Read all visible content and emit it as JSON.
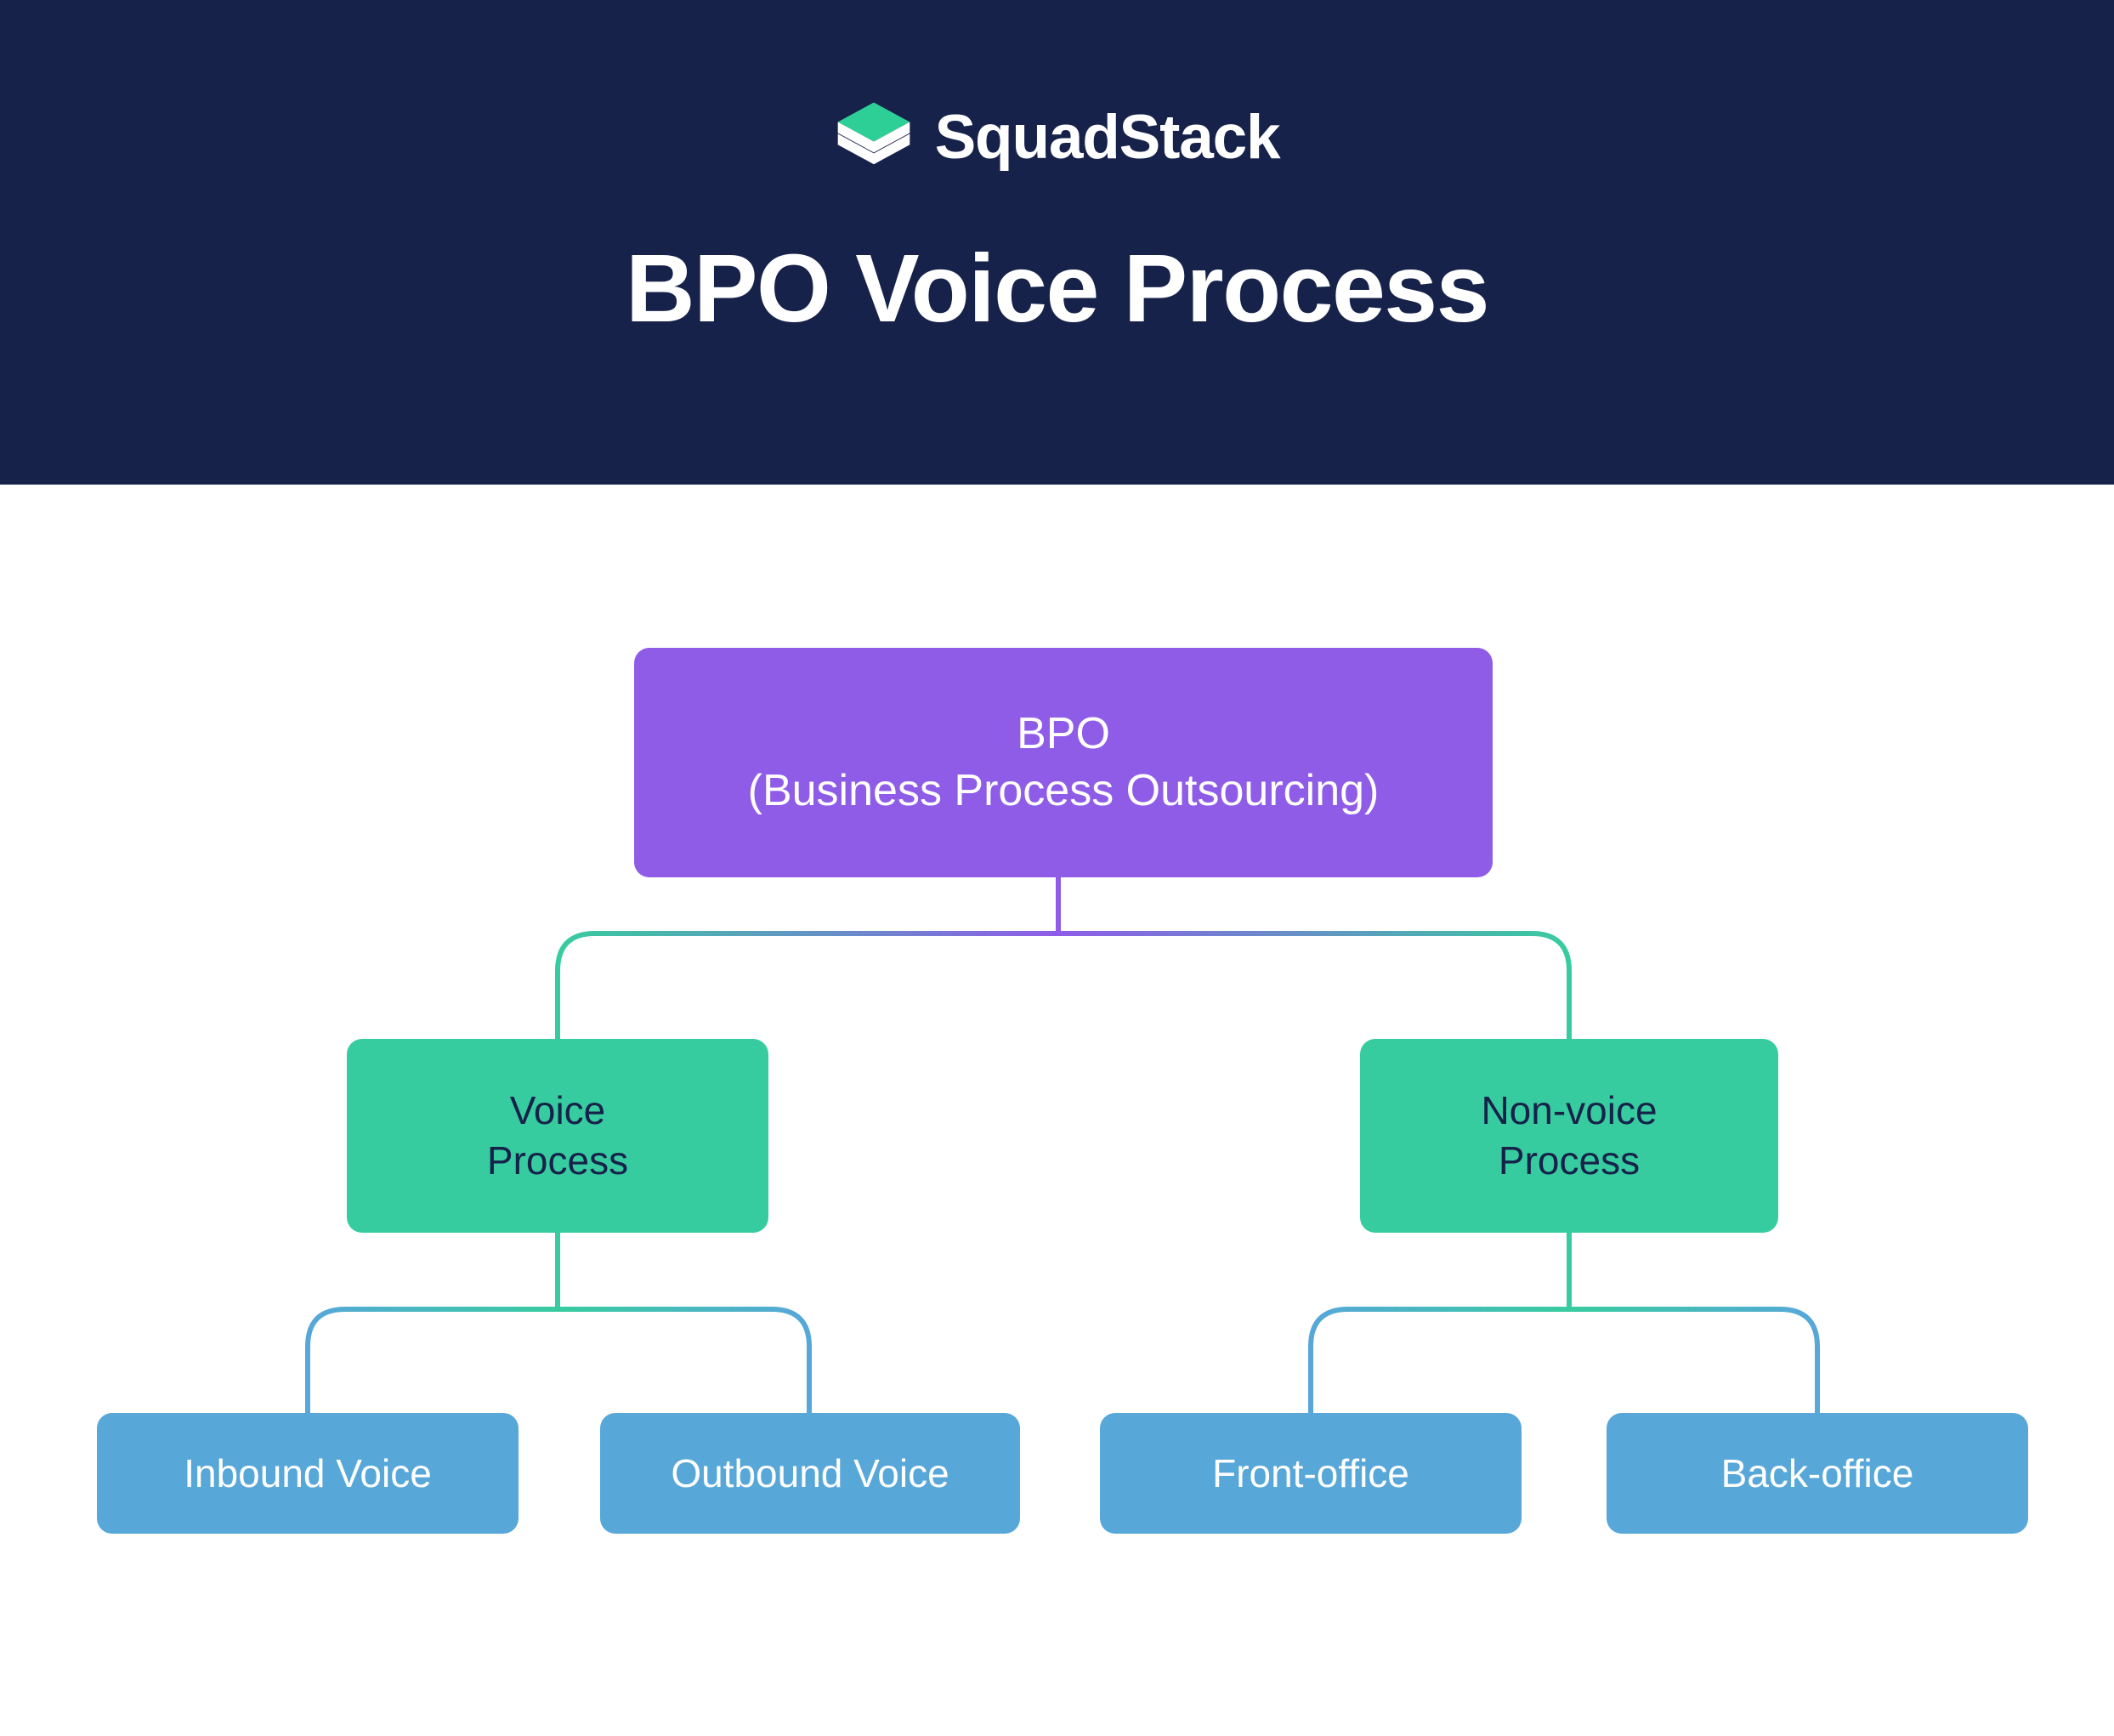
{
  "header": {
    "background_color": "#16224a",
    "logo_icon": "stacked-layers-logo-icon",
    "brand_name": "SquadStack",
    "title": "BPO Voice Process"
  },
  "colors": {
    "header_navy": "#16224a",
    "root_purple": "#8f5ce8",
    "level2_green": "#37cc9f",
    "leaf_blue": "#57a7d9",
    "page_background": "#ffffff",
    "level2_text": "#16224a",
    "node_text_light": "#ffffff"
  },
  "chart_data": {
    "type": "diagram",
    "title": "BPO Voice Process",
    "nodes": [
      {
        "id": "bpo",
        "label": "BPO\n(Business Process Outsourcing)",
        "line1": "BPO",
        "line2": "(Business Process Outsourcing)",
        "level": 1,
        "color": "#8f5ce8"
      },
      {
        "id": "voice-process",
        "label": "Voice\nProcess",
        "line1": "Voice",
        "line2": "Process",
        "level": 2,
        "color": "#37cc9f"
      },
      {
        "id": "non-voice-process",
        "label": "Non-voice\nProcess",
        "line1": "Non-voice",
        "line2": "Process",
        "level": 2,
        "color": "#37cc9f"
      },
      {
        "id": "inbound-voice",
        "label": "Inbound Voice",
        "level": 3,
        "color": "#57a7d9"
      },
      {
        "id": "outbound-voice",
        "label": "Outbound Voice",
        "level": 3,
        "color": "#57a7d9"
      },
      {
        "id": "front-office",
        "label": "Front-office",
        "level": 3,
        "color": "#57a7d9"
      },
      {
        "id": "back-office",
        "label": "Back-office",
        "level": 3,
        "color": "#57a7d9"
      }
    ],
    "edges": [
      {
        "from": "bpo",
        "to": "voice-process"
      },
      {
        "from": "bpo",
        "to": "non-voice-process"
      },
      {
        "from": "voice-process",
        "to": "inbound-voice"
      },
      {
        "from": "voice-process",
        "to": "outbound-voice"
      },
      {
        "from": "non-voice-process",
        "to": "front-office"
      },
      {
        "from": "non-voice-process",
        "to": "back-office"
      }
    ]
  }
}
